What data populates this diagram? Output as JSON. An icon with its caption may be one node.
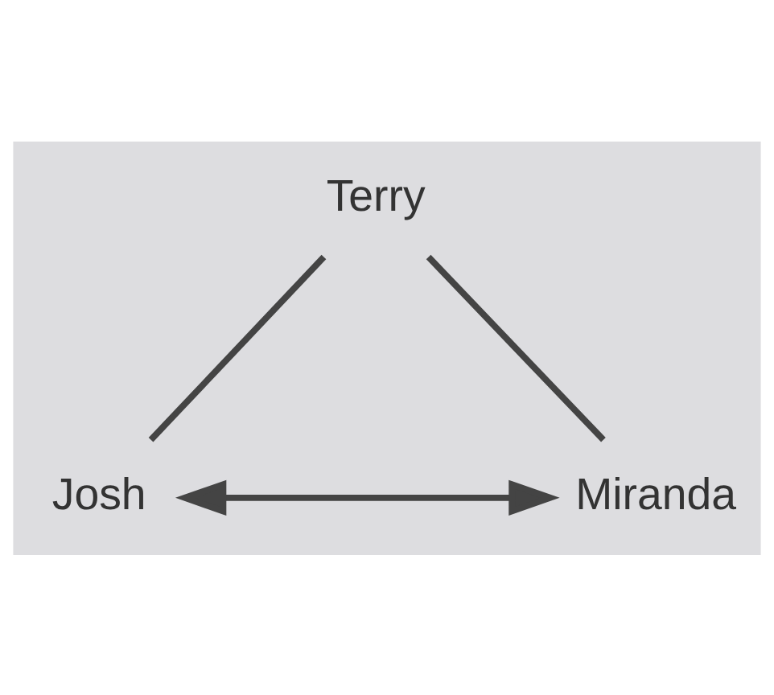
{
  "diagram": {
    "nodes": [
      {
        "text": [
          "Terry"
        ]
      },
      {
        "text": [
          "Josh"
        ]
      },
      {
        "text": [
          "Miranda"
        ]
      }
    ],
    "edges": [
      {
        "from": 0,
        "to": 1,
        "arrow": "none"
      },
      {
        "from": 0,
        "to": 2,
        "arrow": "none"
      },
      {
        "from": 1,
        "to": 2,
        "arrow": "both"
      }
    ]
  }
}
